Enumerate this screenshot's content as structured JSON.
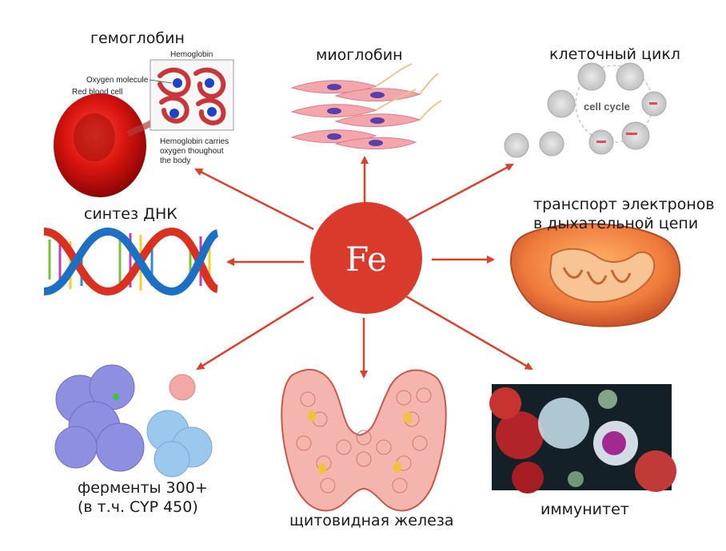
{
  "center": {
    "label": "Fe"
  },
  "colors": {
    "accent": "#d93a2b",
    "arrow": "#d9412e",
    "text": "#1a1a1a"
  },
  "nodes": {
    "hemoglobin": {
      "label": "гемоглобин",
      "annotations": {
        "hemoglobin": "Hemoglobin",
        "oxygen_molecule": "Oxygen molecule",
        "red_blood_cell": "Red blood cell",
        "carries_1": "Hemoglobin carries",
        "carries_2": "oxygen thoughout",
        "carries_3": "the body"
      }
    },
    "myoglobin": {
      "label": "миоглобин"
    },
    "cell_cycle": {
      "label": "клеточный цикл",
      "image_text": "cell cycle"
    },
    "dna_synthesis": {
      "label": "синтез ДНК"
    },
    "electron_transport": {
      "label_line1": "транспорт электронов",
      "label_line2": "в дыхательной цепи"
    },
    "enzymes": {
      "label_line1": "ферменты 300+",
      "label_line2": "(в т.ч. CYP 450)"
    },
    "thyroid": {
      "label": "щитовидная железа"
    },
    "immunity": {
      "label": "иммунитет"
    }
  }
}
